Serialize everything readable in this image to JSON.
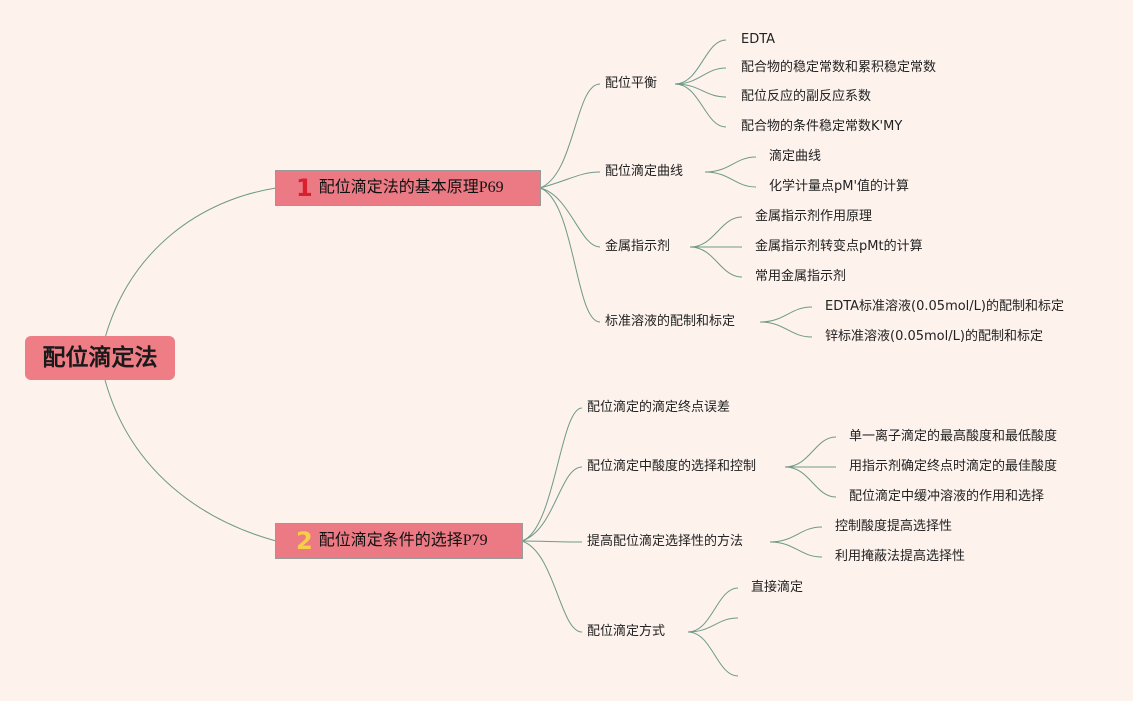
{
  "root": "配位滴定法",
  "branches": [
    {
      "num": "1",
      "label": "配位滴定法的基本原理P69",
      "children": [
        {
          "label": "配位平衡",
          "children": [
            "EDTA",
            "配合物的稳定常数和累积稳定常数",
            "配位反应的副反应系数",
            "配合物的条件稳定常数K'MY"
          ]
        },
        {
          "label": "配位滴定曲线",
          "children": [
            "滴定曲线",
            "化学计量点pM'值的计算"
          ]
        },
        {
          "label": "金属指示剂",
          "children": [
            "金属指示剂作用原理",
            "金属指示剂转变点pMt的计算",
            "常用金属指示剂"
          ]
        },
        {
          "label": "标准溶液的配制和标定",
          "children": [
            "EDTA标准溶液(0.05mol/L)的配制和标定",
            "锌标准溶液(0.05mol/L)的配制和标定"
          ]
        }
      ]
    },
    {
      "num": "2",
      "label": "配位滴定条件的选择P79",
      "children": [
        {
          "label": "配位滴定的滴定终点误差",
          "children": []
        },
        {
          "label": "配位滴定中酸度的选择和控制",
          "children": [
            "单一离子滴定的最高酸度和最低酸度",
            "用指示剂确定终点时滴定的最佳酸度",
            "配位滴定中缓冲溶液的作用和选择"
          ]
        },
        {
          "label": "提高配位滴定选择性的方法",
          "children": [
            "控制酸度提高选择性",
            "利用掩蔽法提高选择性"
          ]
        },
        {
          "label": "配位滴定方式",
          "children": [
            "直接滴定",
            "",
            ""
          ]
        }
      ]
    }
  ]
}
